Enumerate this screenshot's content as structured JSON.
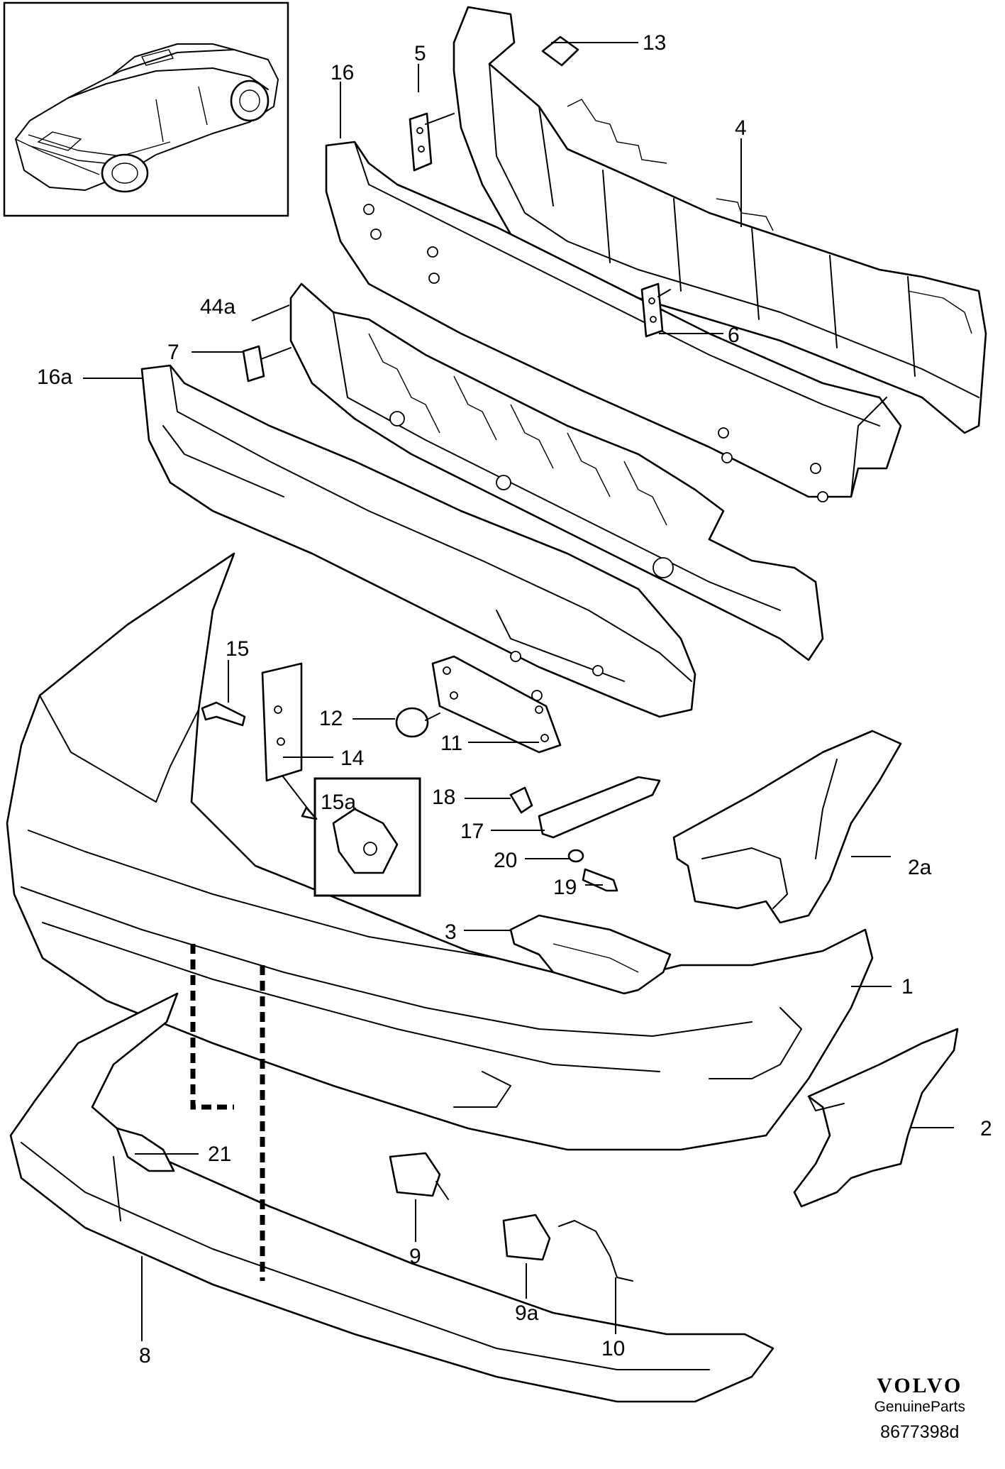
{
  "labels": {
    "l1": "1",
    "l2": "2",
    "l2a": "2a",
    "l3": "3",
    "l4": "4",
    "l5": "5",
    "l6": "6",
    "l7": "7",
    "l8": "8",
    "l9": "9",
    "l9a": "9a",
    "l10": "10",
    "l11": "11",
    "l12": "12",
    "l13": "13",
    "l14": "14",
    "l15": "15",
    "l15a": "15a",
    "l16": "16",
    "l16a": "16a",
    "l17": "17",
    "l18": "18",
    "l19": "19",
    "l20": "20",
    "l21": "21",
    "l44a": "44a"
  },
  "brand": {
    "name": "VOLVO",
    "subtitle": "GenuineParts",
    "code": "8677398d"
  }
}
